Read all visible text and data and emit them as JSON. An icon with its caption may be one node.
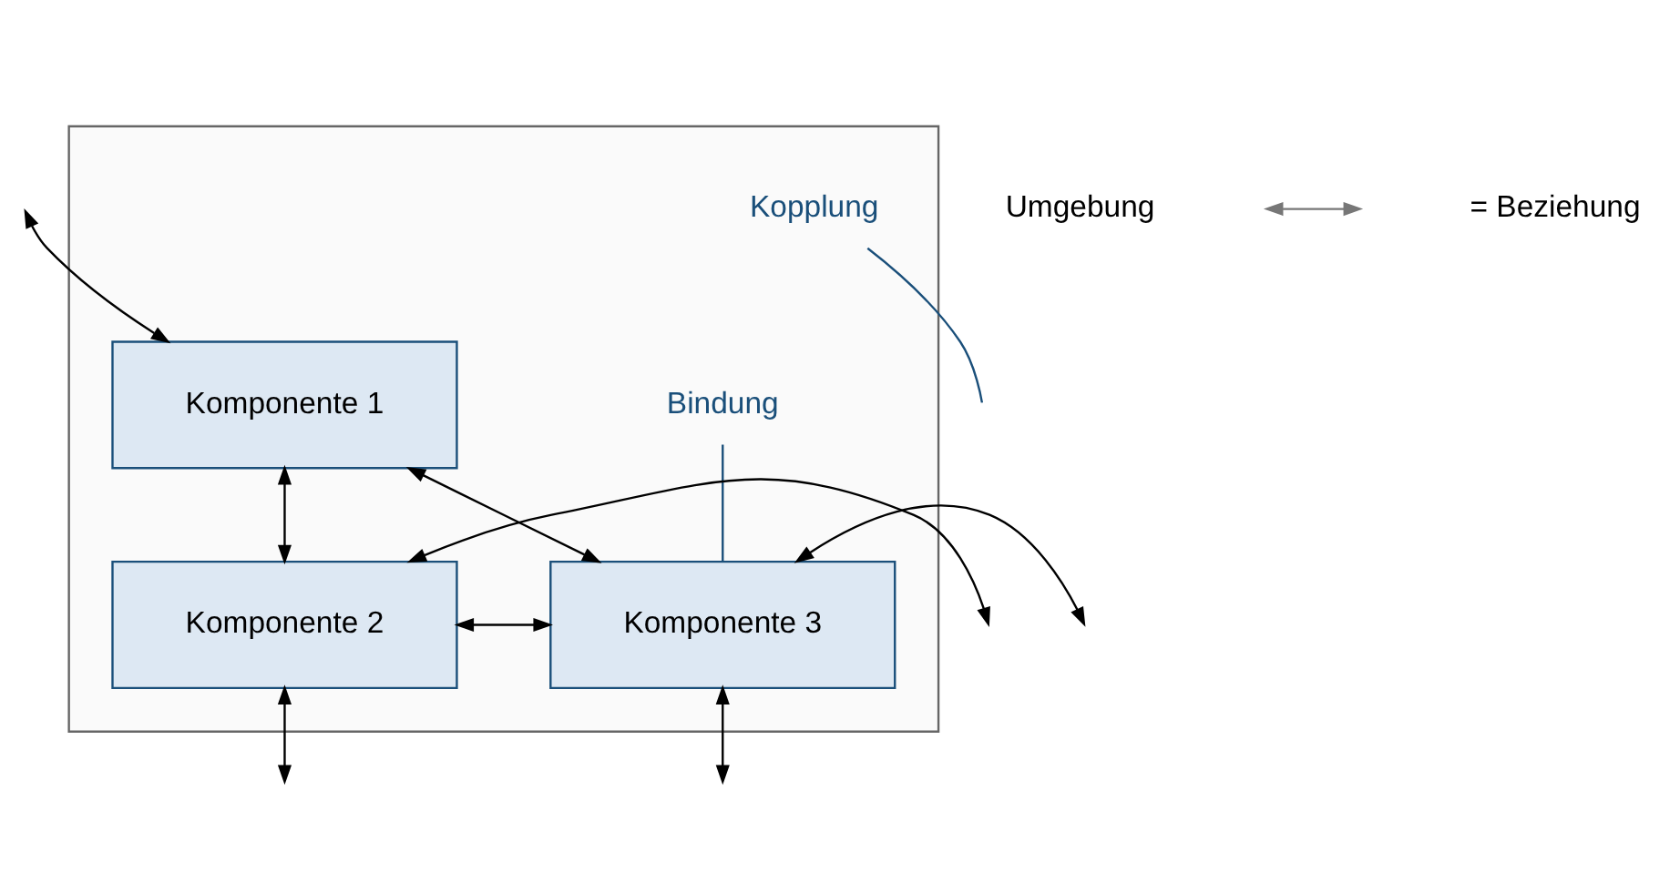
{
  "diagram": {
    "nodes": [
      {
        "text": [],
        "shape": "box"
      },
      {
        "text": [
          "Komponente 1"
        ],
        "in": 0
      },
      {
        "text": [
          "Komponente 2"
        ],
        "in": 0
      },
      {
        "text": [
          "Komponente 3"
        ],
        "in": 0
      },
      {
        "text": [
          "Bindung"
        ],
        "in": 0
      },
      {
        "text": [
          "Kopplung"
        ],
        "in": 0
      }
    ],
    "edges": [
      {
        "from": null,
        "to": 1,
        "arrow": "both"
      },
      {
        "from": 1,
        "to": 2,
        "arrow": "both"
      },
      {
        "from": 1,
        "to": 3,
        "arrow": "both"
      },
      {
        "from": null,
        "to": 2,
        "arrow": "both"
      },
      {
        "from": 2,
        "to": 3,
        "arrow": "both"
      },
      {
        "from": 3,
        "to": null,
        "arrow": "both"
      },
      {
        "from": 2,
        "to": null,
        "arrow": "both"
      },
      {
        "from": 3,
        "to": null,
        "arrow": "both"
      },
      {
        "from": 4,
        "to": 3,
        "arrow": "none",
        "color": "#1a4f7a"
      },
      {
        "from": 5,
        "to": null,
        "arrow": "none",
        "color": "#1a4f7a"
      }
    ],
    "labels": [
      "Umgebung"
    ],
    "legend": [
      {
        "text": "= Beziehung"
      }
    ]
  }
}
